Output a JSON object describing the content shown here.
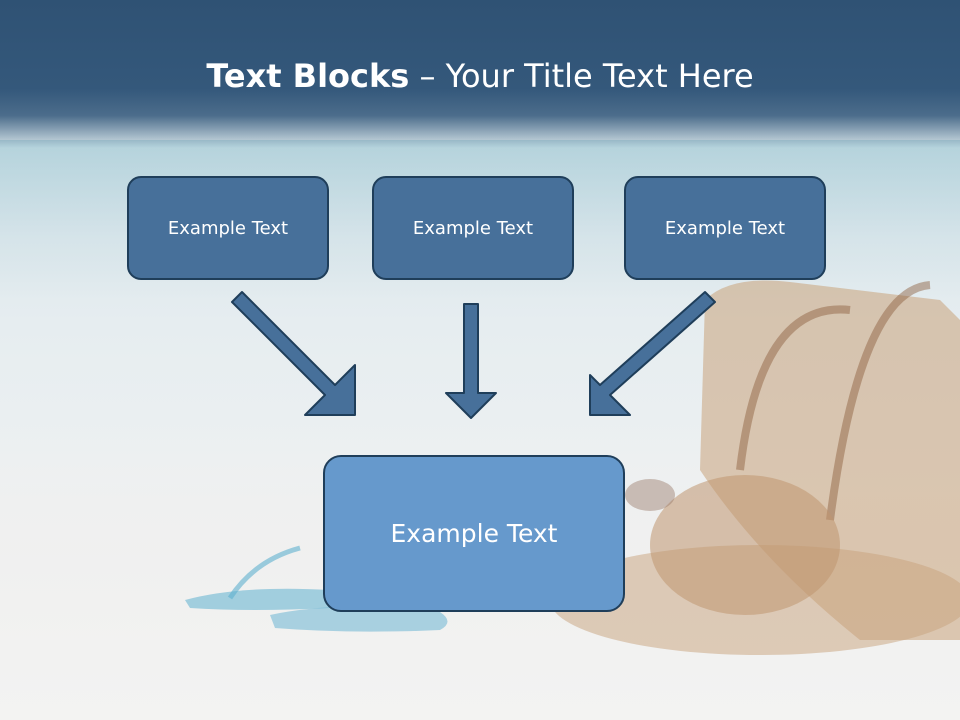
{
  "title": {
    "bold": "Text Blocks",
    "dash": " – ",
    "rest": "Your Title Text Here"
  },
  "blocks": [
    {
      "label": "Example Text"
    },
    {
      "label": "Example Text"
    },
    {
      "label": "Example Text"
    }
  ],
  "target": {
    "label": "Example Text"
  },
  "colors": {
    "header": "#34587b",
    "small_box": "#47709a",
    "big_box": "#6699cc",
    "border": "#1f3e5a",
    "arrow_fill": "#47709a"
  }
}
